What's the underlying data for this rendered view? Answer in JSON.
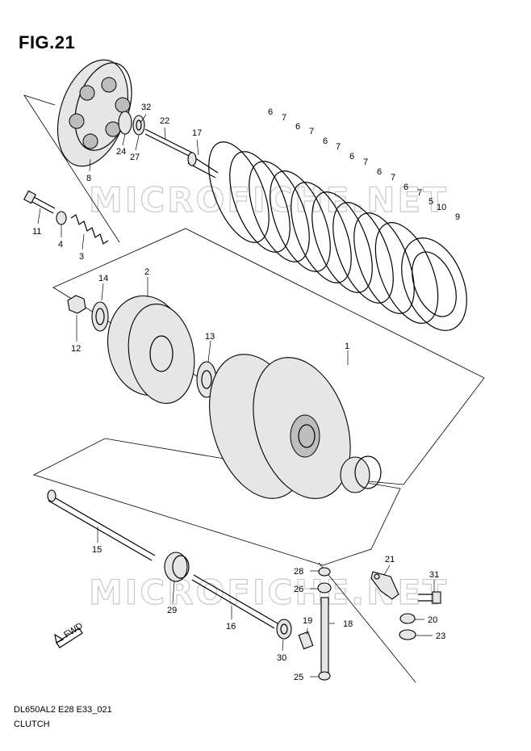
{
  "figure": {
    "title": "FIG.21",
    "code": "DL650AL2 E28 E33_021",
    "name": "CLUTCH",
    "watermark": "MICROFICHE.NET",
    "direction_marker": "FWD"
  },
  "callouts": [
    {
      "id": "c32",
      "text": "32"
    },
    {
      "id": "c22",
      "text": "22"
    },
    {
      "id": "c17",
      "text": "17"
    },
    {
      "id": "c24",
      "text": "24"
    },
    {
      "id": "c27",
      "text": "27"
    },
    {
      "id": "c8",
      "text": "8"
    },
    {
      "id": "c11",
      "text": "11"
    },
    {
      "id": "c4",
      "text": "4"
    },
    {
      "id": "c3",
      "text": "3"
    },
    {
      "id": "c6a",
      "text": "6"
    },
    {
      "id": "c7a",
      "text": "7"
    },
    {
      "id": "c6b",
      "text": "6"
    },
    {
      "id": "c7b",
      "text": "7"
    },
    {
      "id": "c6c",
      "text": "6"
    },
    {
      "id": "c7c",
      "text": "7"
    },
    {
      "id": "c6d",
      "text": "6"
    },
    {
      "id": "c7d",
      "text": "7"
    },
    {
      "id": "c6e",
      "text": "6"
    },
    {
      "id": "c7e",
      "text": "7"
    },
    {
      "id": "c6f",
      "text": "6"
    },
    {
      "id": "c7f",
      "text": "7"
    },
    {
      "id": "c5",
      "text": "5"
    },
    {
      "id": "c10",
      "text": "10"
    },
    {
      "id": "c9",
      "text": "9"
    },
    {
      "id": "c2",
      "text": "2"
    },
    {
      "id": "c14",
      "text": "14"
    },
    {
      "id": "c12",
      "text": "12"
    },
    {
      "id": "c13",
      "text": "13"
    },
    {
      "id": "c1",
      "text": "1"
    },
    {
      "id": "c15",
      "text": "15"
    },
    {
      "id": "c29",
      "text": "29"
    },
    {
      "id": "c16",
      "text": "16"
    },
    {
      "id": "c28",
      "text": "28"
    },
    {
      "id": "c26",
      "text": "26"
    },
    {
      "id": "c19",
      "text": "19"
    },
    {
      "id": "c18",
      "text": "18"
    },
    {
      "id": "c30",
      "text": "30"
    },
    {
      "id": "c25",
      "text": "25"
    },
    {
      "id": "c21",
      "text": "21"
    },
    {
      "id": "c31",
      "text": "31"
    },
    {
      "id": "c20",
      "text": "20"
    },
    {
      "id": "c23",
      "text": "23"
    }
  ]
}
